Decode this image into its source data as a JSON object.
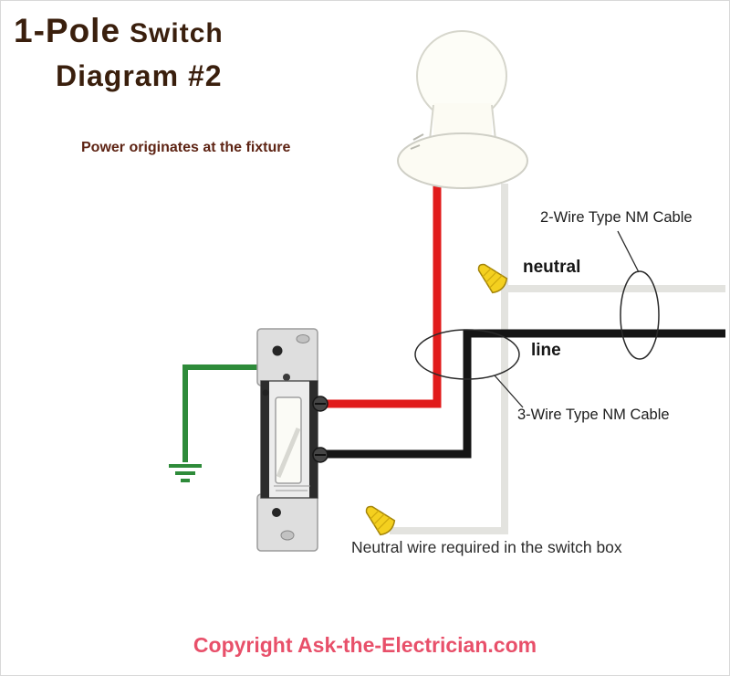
{
  "title": {
    "line1_strong": "1-Pole",
    "line1_rest": "Switch",
    "line2": "Diagram #2",
    "subtitle": "Power originates at the fixture"
  },
  "labels": {
    "cable_2wire": "2-Wire Type NM Cable",
    "neutral": "neutral",
    "line": "line",
    "cable_3wire": "3-Wire Type NM Cable",
    "switch_box_note": "Neutral wire required in the switch box"
  },
  "footer": {
    "copyright": "Copyright Ask-the-Electrician.com"
  },
  "colors": {
    "title_text": "#3a1f0d",
    "subtitle_text": "#5e2414",
    "label_text": "#1d1d1d",
    "copyright_text": "#e8506a",
    "red_wire": "#e11b1b",
    "black_wire": "#151515",
    "white_wire": "#e3e3df",
    "green_wire": "#2e8b3a",
    "wire_nut_yellow": "#f4d01f"
  },
  "components": {
    "fixture": "light-fixture-with-bulb",
    "switch": "single-pole-toggle-switch",
    "wire_nut": "wire-nut",
    "ground": "ground-symbol"
  }
}
